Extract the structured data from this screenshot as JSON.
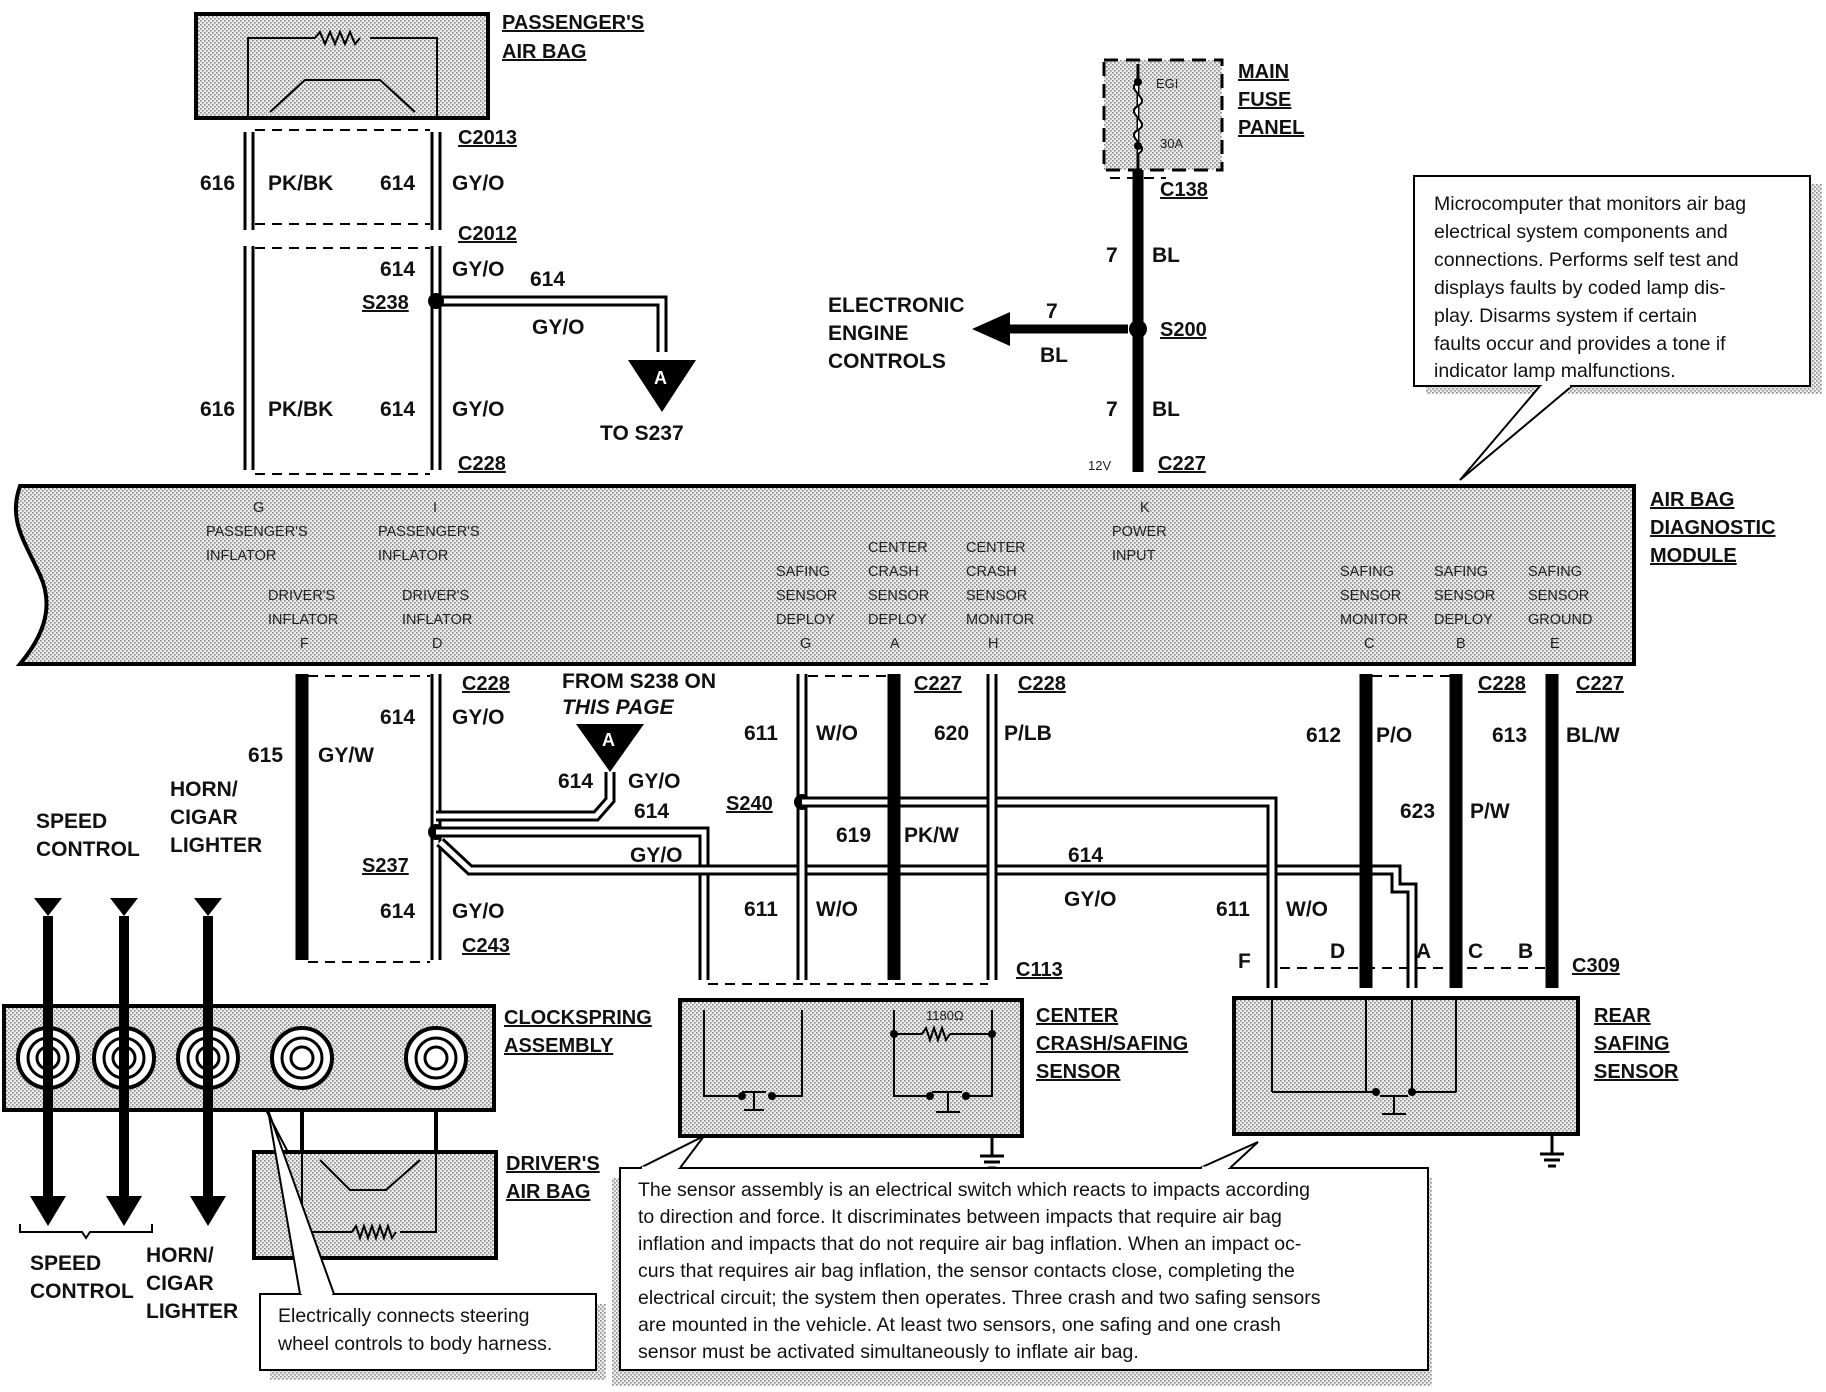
{
  "components": {
    "passenger_air_bag": [
      "PASSENGER'S",
      "AIR BAG"
    ],
    "main_fuse_panel": [
      "MAIN",
      "FUSE",
      "PANEL"
    ],
    "fuse": {
      "name": "EGI",
      "rating": "30A"
    },
    "electronic_engine_controls": [
      "ELECTRONIC",
      "ENGINE",
      "CONTROLS"
    ],
    "air_bag_diagnostic_module": [
      "AIR BAG",
      "DIAGNOSTIC",
      "MODULE"
    ],
    "clockspring_assembly": [
      "CLOCKSPRING",
      "ASSEMBLY"
    ],
    "center_crash_safing_sensor": [
      "CENTER",
      "CRASH/SAFING",
      "SENSOR"
    ],
    "rear_safing_sensor": [
      "REAR",
      "SAFING",
      "SENSOR"
    ],
    "driver_air_bag": [
      "DRIVER'S",
      "AIR BAG"
    ],
    "speed_control": [
      "SPEED",
      "CONTROL"
    ],
    "horn_cigar_lighter": [
      "HORN/",
      "CIGAR",
      "LIGHTER"
    ],
    "resistor_value": "1180Ω"
  },
  "connectors": {
    "c2013": "C2013",
    "c2012": "C2012",
    "c228_top_left": "C228",
    "c138": "C138",
    "c227_top": "C227",
    "c228_b1": "C228",
    "c227_b": "C227",
    "c228_b2": "C228",
    "c228_b3": "C228",
    "c227_b4": "C227",
    "c243": "C243",
    "c113": "C113",
    "c309": "C309"
  },
  "splices": {
    "s238": "S238",
    "s200": "S200",
    "s237": "S237",
    "s240": "S240"
  },
  "module_pins": {
    "top_row": [
      {
        "pin": "G",
        "desc": [
          "PASSENGER'S",
          "INFLATOR"
        ]
      },
      {
        "pin": "I",
        "desc": [
          "PASSENGER'S",
          "INFLATOR"
        ]
      },
      {
        "pin": "K",
        "desc": [
          "POWER",
          "INPUT"
        ]
      }
    ],
    "bottom_row": [
      {
        "pin": "F",
        "desc": [
          "DRIVER'S",
          "INFLATOR"
        ]
      },
      {
        "pin": "D",
        "desc": [
          "DRIVER'S",
          "INFLATOR"
        ]
      },
      {
        "pin": "G",
        "desc": [
          "SAFING",
          "SENSOR",
          "DEPLOY"
        ]
      },
      {
        "pin": "A",
        "desc": [
          "CENTER",
          "CRASH",
          "SENSOR",
          "DEPLOY"
        ]
      },
      {
        "pin": "H",
        "desc": [
          "CENTER",
          "CRASH",
          "SENSOR",
          "MONITOR"
        ]
      },
      {
        "pin": "C",
        "desc": [
          "SAFING",
          "SENSOR",
          "MONITOR"
        ]
      },
      {
        "pin": "B",
        "desc": [
          "SAFING",
          "SENSOR",
          "DEPLOY"
        ]
      },
      {
        "pin": "E",
        "desc": [
          "SAFING",
          "SENSOR",
          "GROUND"
        ]
      }
    ],
    "voltage": "12V"
  },
  "wires": {
    "w616a": "616",
    "c616a": "PK/BK",
    "w614a": "614",
    "c614a": "GY/O",
    "w614b": "614",
    "c614b": "GY/O",
    "w614c": "614",
    "c614c": "GY/O",
    "w616b": "616",
    "c616b": "PK/BK",
    "w614d": "614",
    "c614d": "GY/O",
    "w7a": "7",
    "c7a": "BL",
    "w7b": "7",
    "c7b": "BL",
    "w7c": "7",
    "c7c": "BL",
    "w615": "615",
    "c615": "GY/W",
    "w614e": "614",
    "c614e": "GY/O",
    "w614f": "614",
    "c614f": "GY/O",
    "w614g": "614",
    "c614g": "GY/O",
    "w614h": "614",
    "c614h": "GY/O",
    "w614i": "614",
    "c614i": "GY/O",
    "w611a": "611",
    "c611a": "W/O",
    "w620": "620",
    "c620": "P/LB",
    "w619": "619",
    "c619": "PK/W",
    "w611b": "611",
    "c611b": "W/O",
    "w611c": "611",
    "c611c": "W/O",
    "w612": "612",
    "c612": "P/O",
    "w613": "613",
    "c613": "BL/W",
    "w623": "623",
    "c623": "P/W"
  },
  "offpage": {
    "marker": "A",
    "to_s237": "TO S237",
    "from_s238": "FROM S238 ON",
    "this_page": "THIS PAGE"
  },
  "rear_pins": {
    "f": "F",
    "d": "D",
    "a": "A",
    "c": "C",
    "b": "B"
  },
  "notes": {
    "module_note": [
      "Microcomputer that monitors air bag",
      "electrical system components and",
      "connections.  Performs self test and",
      "displays faults by coded lamp dis-",
      "play.  Disarms system if certain",
      "faults occur and provides a tone if",
      "indicator lamp malfunctions."
    ],
    "sensor_note": [
      "The sensor assembly is an electrical switch which reacts to impacts according",
      "to direction and force. It discriminates between impacts that require air bag",
      "inflation and impacts that do not require air bag inflation. When an impact oc-",
      "curs that requires air bag inflation, the sensor contacts close, completing the",
      "electrical circuit; the system then operates. Three crash and two safing sensors",
      "are mounted in the vehicle. At least two sensors, one safing and one crash",
      "sensor must be activated simultaneously to inflate air bag."
    ],
    "clockspring_note": [
      "Electrically connects steering",
      "wheel controls to body harness."
    ]
  }
}
